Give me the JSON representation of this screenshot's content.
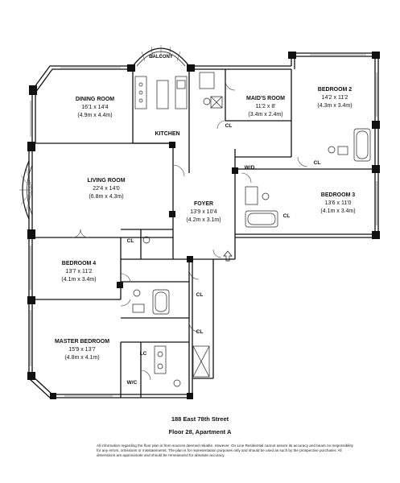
{
  "rooms": {
    "dining": {
      "name": "DINING ROOM",
      "dim": "16'1 x 14'4",
      "metric": "(4.9m x 4.4m)"
    },
    "kitchen": {
      "name": "KITCHEN"
    },
    "maids": {
      "name": "MAID'S ROOM",
      "dim": "11'2 x 8'",
      "metric": "(3.4m x 2.4m)"
    },
    "bed2": {
      "name": "BEDROOM 2",
      "dim": "14'2 x 11'2",
      "metric": "(4.3m x 3.4m)"
    },
    "living": {
      "name": "LIVING ROOM",
      "dim": "22'4 x 14'0",
      "metric": "(6.8m x 4.3m)"
    },
    "foyer": {
      "name": "FOYER",
      "dim": "13'9 x 10'4",
      "metric": "(4.2m x 3.1m)"
    },
    "bed3": {
      "name": "BEDROOM 3",
      "dim": "13'6 x 11'0",
      "metric": "(4.1m x 3.4m)"
    },
    "bed4": {
      "name": "BEDROOM 4",
      "dim": "13'7 x 11'2",
      "metric": "(4.1m x 3.4m)"
    },
    "master": {
      "name": "MASTER BEDROOM",
      "dim": "15'9 x 13'7",
      "metric": "(4.8m x 4.1m)"
    }
  },
  "labels": {
    "balcony": "BALCONY",
    "cl": "CL",
    "wd": "W/D",
    "lc": "LC",
    "wic": "W/C"
  },
  "footer": {
    "address": "188 East 78th Street",
    "floor": "Floor 28, Apartment A",
    "disclaimer": "All information regarding the floor plan is from sources deemed reliable. However, On-Line Residential cannot assure its accuracy and bears no responsibility for any errors, omissions or misstatements. The plan is for representation purposes only and should be used as such by the prospective purchaser. All dimensions are approximate and should be remeasured for absolute accuracy."
  }
}
